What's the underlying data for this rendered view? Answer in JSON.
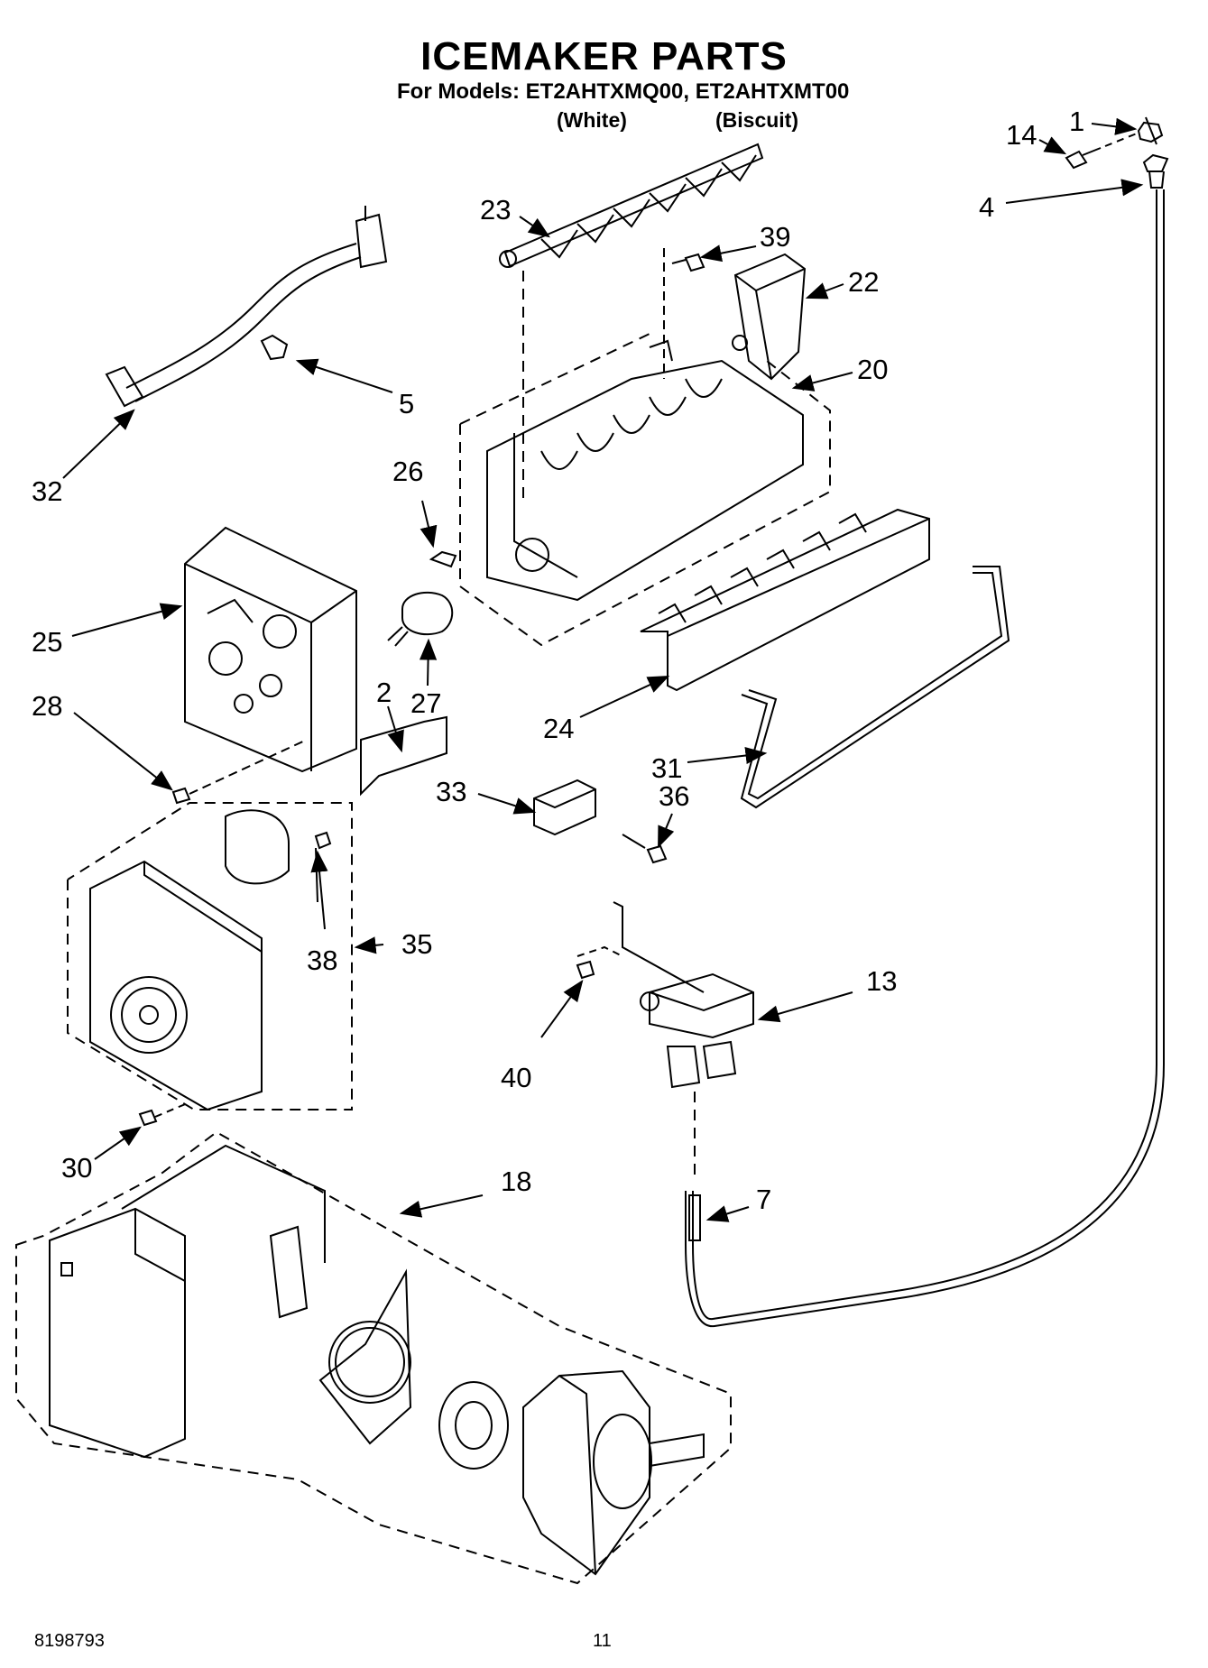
{
  "header": {
    "title": "ICEMAKER PARTS",
    "models_line": "For Models: ET2AHTXMQ00, ET2AHTXMT00",
    "variants": [
      "(White)",
      "(Biscuit)"
    ]
  },
  "callouts": {
    "c1": "1",
    "c14": "14",
    "c4": "4",
    "c23": "23",
    "c39": "39",
    "c22": "22",
    "c20": "20",
    "c5": "5",
    "c32": "32",
    "c26": "26",
    "c25": "25",
    "c27": "27",
    "c2": "2",
    "c28": "28",
    "c24": "24",
    "c31": "31",
    "c33": "33",
    "c36": "36",
    "c38": "38",
    "c35": "35",
    "c13": "13",
    "c40": "40",
    "c30": "30",
    "c18": "18",
    "c7": "7"
  },
  "footer": {
    "doc_number": "8198793",
    "page_number": "11"
  }
}
